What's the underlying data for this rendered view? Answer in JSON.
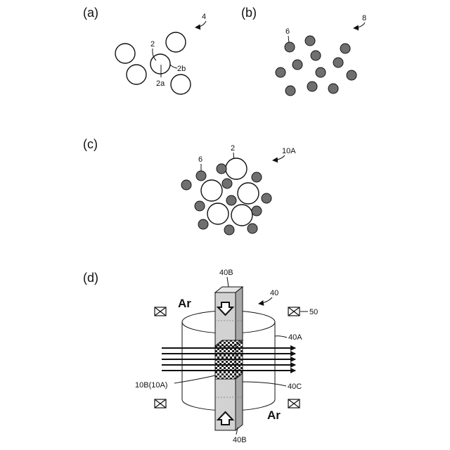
{
  "panels": {
    "a": {
      "tag": "(a)",
      "ref_4": "4",
      "ref_2": "2",
      "ref_2a": "2a",
      "ref_2b": "2b"
    },
    "b": {
      "tag": "(b)",
      "ref_6": "6",
      "ref_8": "8"
    },
    "c": {
      "tag": "(c)",
      "ref_6": "6",
      "ref_2": "2",
      "ref_10A": "10A"
    },
    "d": {
      "tag": "(d)",
      "ref_40B_top": "40B",
      "ref_40": "40",
      "gas_top": "Ar",
      "ref_50": "50",
      "ref_40A": "40A",
      "ref_10B": "10B(10A)",
      "ref_40C": "40C",
      "gas_bottom": "Ar",
      "ref_40B_bottom": "40B"
    }
  },
  "colors": {
    "line": "#111111",
    "small_particle": "#6f6f6f",
    "column": "#cfcfcf",
    "column_side": "#a9a9a9"
  }
}
